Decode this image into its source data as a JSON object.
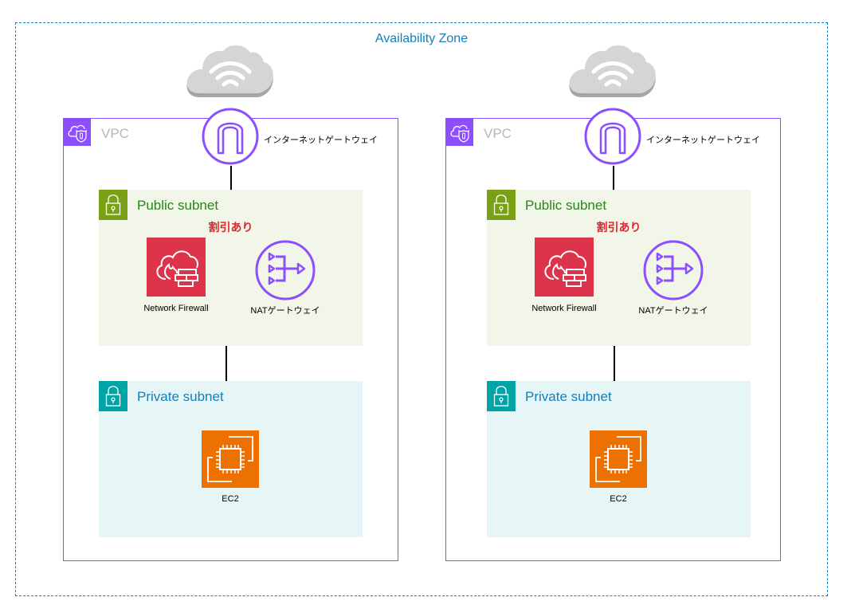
{
  "availability_zone": {
    "label": "Availability Zone",
    "border_color": "#147eba"
  },
  "vpcs": [
    {
      "label": "VPC",
      "internet_icon": "internet-cloud-icon",
      "internet_gateway": {
        "label": "インターネットゲートウェイ",
        "icon": "internet-gateway-icon"
      },
      "public_subnet": {
        "label": "Public subnet",
        "note": "割引あり",
        "resources": [
          {
            "label": "Network Firewall",
            "icon": "network-firewall-icon"
          },
          {
            "label": "NATゲートウェイ",
            "icon": "nat-gateway-icon"
          }
        ]
      },
      "private_subnet": {
        "label": "Private subnet",
        "resources": [
          {
            "label": "EC2",
            "icon": "ec2-icon"
          }
        ]
      }
    },
    {
      "label": "VPC",
      "internet_icon": "internet-cloud-icon",
      "internet_gateway": {
        "label": "インターネットゲートウェイ",
        "icon": "internet-gateway-icon"
      },
      "public_subnet": {
        "label": "Public subnet",
        "note": "割引あり",
        "resources": [
          {
            "label": "Network Firewall",
            "icon": "network-firewall-icon"
          },
          {
            "label": "NATゲートウェイ",
            "icon": "nat-gateway-icon"
          }
        ]
      },
      "private_subnet": {
        "label": "Private subnet",
        "resources": [
          {
            "label": "EC2",
            "icon": "ec2-icon"
          }
        ]
      }
    }
  ],
  "colors": {
    "vpc": "#8c4fff",
    "public_subnet": "#7aa116",
    "private_subnet": "#00a4a6",
    "firewall": "#dd344c",
    "ec2": "#ed7100",
    "discount_note": "#e0242b"
  }
}
